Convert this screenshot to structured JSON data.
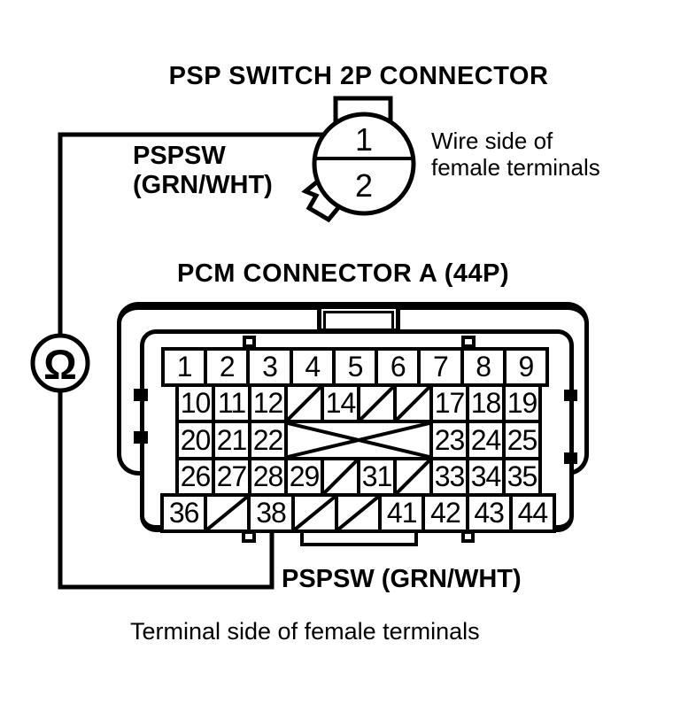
{
  "titles": {
    "psp_switch": "PSP SWITCH 2P CONNECTOR",
    "pcm": "PCM CONNECTOR A (44P)"
  },
  "labels": {
    "pspsw_top_line1": "PSPSW",
    "pspsw_top_line2": "(GRN/WHT)",
    "wire_side_line1": "Wire side of",
    "wire_side_line2": "female terminals",
    "pspsw_bottom": "PSPSW (GRN/WHT)",
    "terminal_side": "Terminal side of female terminals",
    "ohm_symbol": "Ω"
  },
  "psp_connector": {
    "terminals": [
      "1",
      "2"
    ]
  },
  "pcm_connector": {
    "pin_rows": [
      {
        "cells": [
          {
            "n": "1"
          },
          {
            "n": "2"
          },
          {
            "n": "3"
          },
          {
            "n": "4"
          },
          {
            "n": "5"
          },
          {
            "n": "6"
          },
          {
            "n": "7"
          },
          {
            "n": "8"
          },
          {
            "n": "9"
          }
        ]
      },
      {
        "cells": [
          {
            "n": "10"
          },
          {
            "n": "11"
          },
          {
            "n": "12"
          },
          {
            "blocked": true
          },
          {
            "n": "14"
          },
          {
            "blocked": true
          },
          {
            "blocked": true
          },
          {
            "n": "17"
          },
          {
            "n": "18"
          },
          {
            "n": "19"
          }
        ]
      },
      {
        "cells": [
          {
            "n": "20"
          },
          {
            "n": "21"
          },
          {
            "n": "22"
          },
          {
            "crossed": true,
            "span": 4
          },
          {
            "n": "23"
          },
          {
            "n": "24"
          },
          {
            "n": "25"
          }
        ]
      },
      {
        "cells": [
          {
            "n": "26"
          },
          {
            "n": "27"
          },
          {
            "n": "28"
          },
          {
            "n": "29"
          },
          {
            "blocked": true
          },
          {
            "n": "31"
          },
          {
            "blocked": true
          },
          {
            "n": "33"
          },
          {
            "n": "34"
          },
          {
            "n": "35"
          }
        ]
      },
      {
        "cells": [
          {
            "n": "36"
          },
          {
            "blocked": true
          },
          {
            "n": "38"
          },
          {
            "blocked": true
          },
          {
            "blocked": true
          },
          {
            "n": "41"
          },
          {
            "n": "42"
          },
          {
            "n": "43"
          },
          {
            "n": "44"
          }
        ]
      }
    ]
  },
  "colors": {
    "ink": "#000000",
    "paper": "#ffffff"
  }
}
